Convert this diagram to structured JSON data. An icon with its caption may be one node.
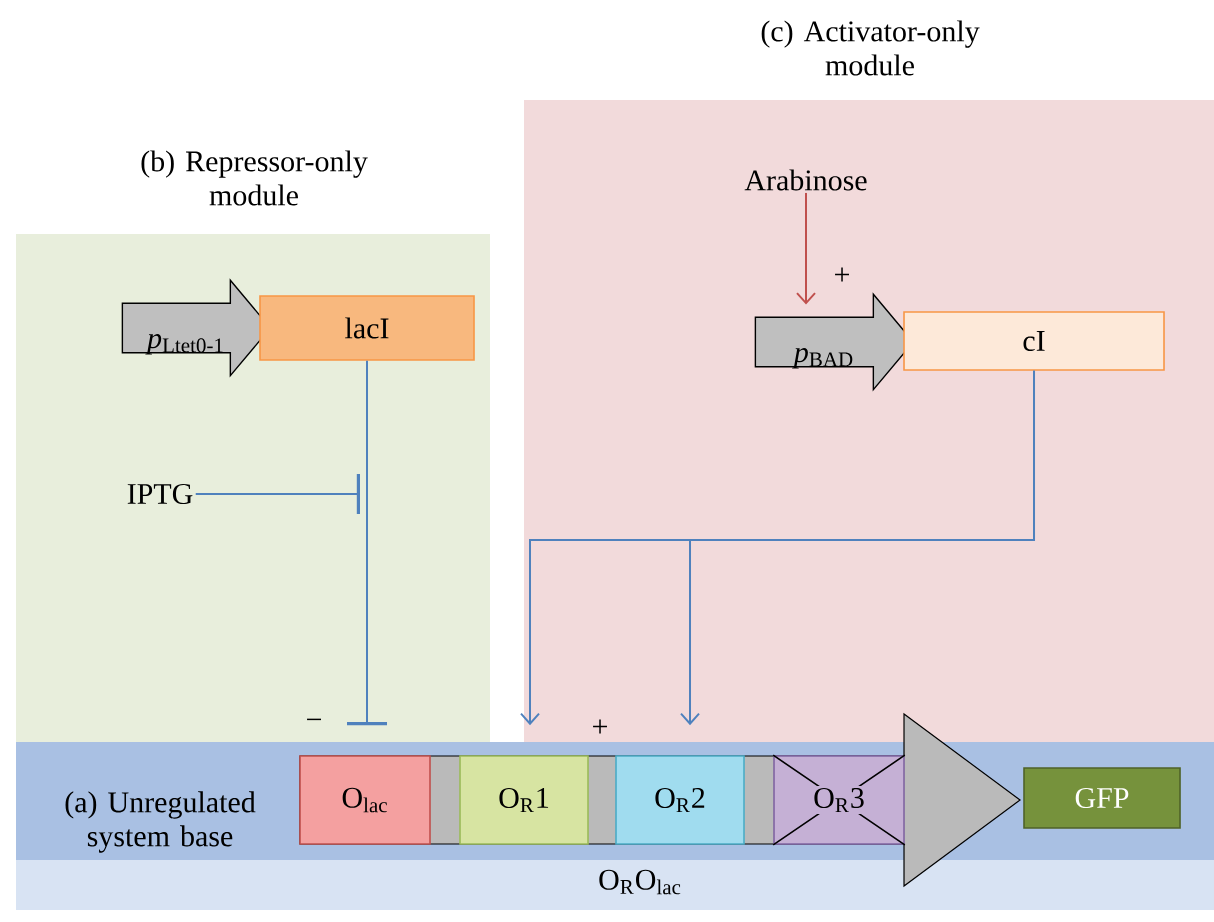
{
  "diagram": {
    "nodes": [
      {
        "text": [
          "(b) Repressor-only module"
        ]
      },
      {
        "text": [
          "(c) Activator-only module"
        ]
      },
      {
        "text": [
          "(a) Unregulated system base"
        ]
      },
      {
        "text": [
          "*p*$_{Ltet0-1}$"
        ],
        "in": 0
      },
      {
        "text": [
          "lacI"
        ],
        "in": 0
      },
      {
        "text": [
          "IPTG"
        ],
        "in": 0
      },
      {
        "text": [
          "Arabinose"
        ],
        "in": 1
      },
      {
        "text": [
          "*p*$_{BAD}$"
        ],
        "in": 1
      },
      {
        "text": [
          "cI"
        ],
        "in": 1
      },
      {
        "text": [
          "O$_{lac}$"
        ],
        "in": 2
      },
      {
        "text": [
          "O$_{R}$1"
        ],
        "in": 2
      },
      {
        "text": [
          "O$_{R}$2"
        ],
        "in": 2
      },
      {
        "text": [
          "O$_{R}$3"
        ],
        "in": 2
      },
      {
        "text": [
          "GFP"
        ],
        "in": 2
      }
    ],
    "edges": [
      {
        "from": 4,
        "to": 9,
        "arrow": "other"
      },
      {
        "from": 5,
        "to": null,
        "arrow": "other"
      },
      {
        "from": 6,
        "to": 7,
        "arrow": "to",
        "color": "#c0504d"
      },
      {
        "from": 8,
        "to": 10,
        "arrow": "to"
      },
      {
        "from": 8,
        "to": 11,
        "arrow": "to"
      }
    ],
    "labels": [
      "+",
      "−",
      "+",
      "O$_{R}$O$_{lac}$"
    ]
  }
}
